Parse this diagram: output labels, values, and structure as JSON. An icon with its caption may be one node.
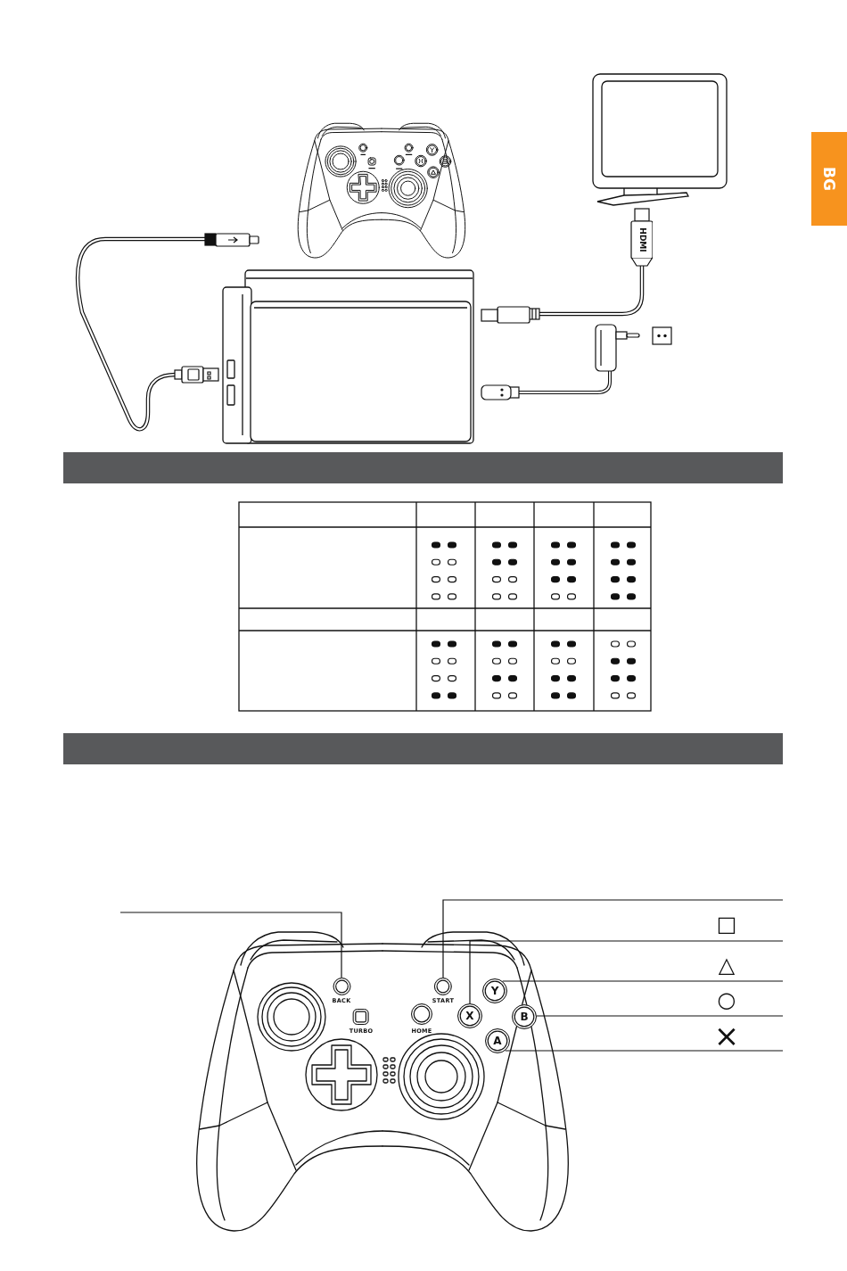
{
  "diagram": {
    "nodes": [
      {
        "text": [
          "BG"
        ]
      },
      {
        "text": [],
        "shape": "circle",
        "beside": [
          "BACK"
        ]
      },
      {
        "text": [],
        "shape": "circle",
        "beside": [
          "START"
        ]
      },
      {
        "text": [
          "Y"
        ]
      },
      {
        "text": [],
        "shape": "box",
        "beside": [
          "TURBO"
        ]
      },
      {
        "text": [],
        "shape": "circle",
        "beside": [
          "HOME"
        ]
      },
      {
        "text": [
          "X"
        ]
      },
      {
        "text": [
          "B"
        ]
      },
      {
        "text": [
          "A"
        ]
      }
    ],
    "edges": [
      {
        "from": null,
        "to": 1,
        "arrow": "none"
      },
      {
        "from": null,
        "to": 2,
        "arrow": "none"
      },
      {
        "from": null,
        "to": 6,
        "arrow": "none"
      },
      {
        "from": null,
        "to": 3,
        "arrow": "none"
      },
      {
        "from": null,
        "to": 7,
        "arrow": "none"
      },
      {
        "from": null,
        "to": 8,
        "arrow": "none"
      }
    ],
    "labels": [
      "HDMI",
      "□",
      "△",
      "○",
      "×"
    ]
  }
}
